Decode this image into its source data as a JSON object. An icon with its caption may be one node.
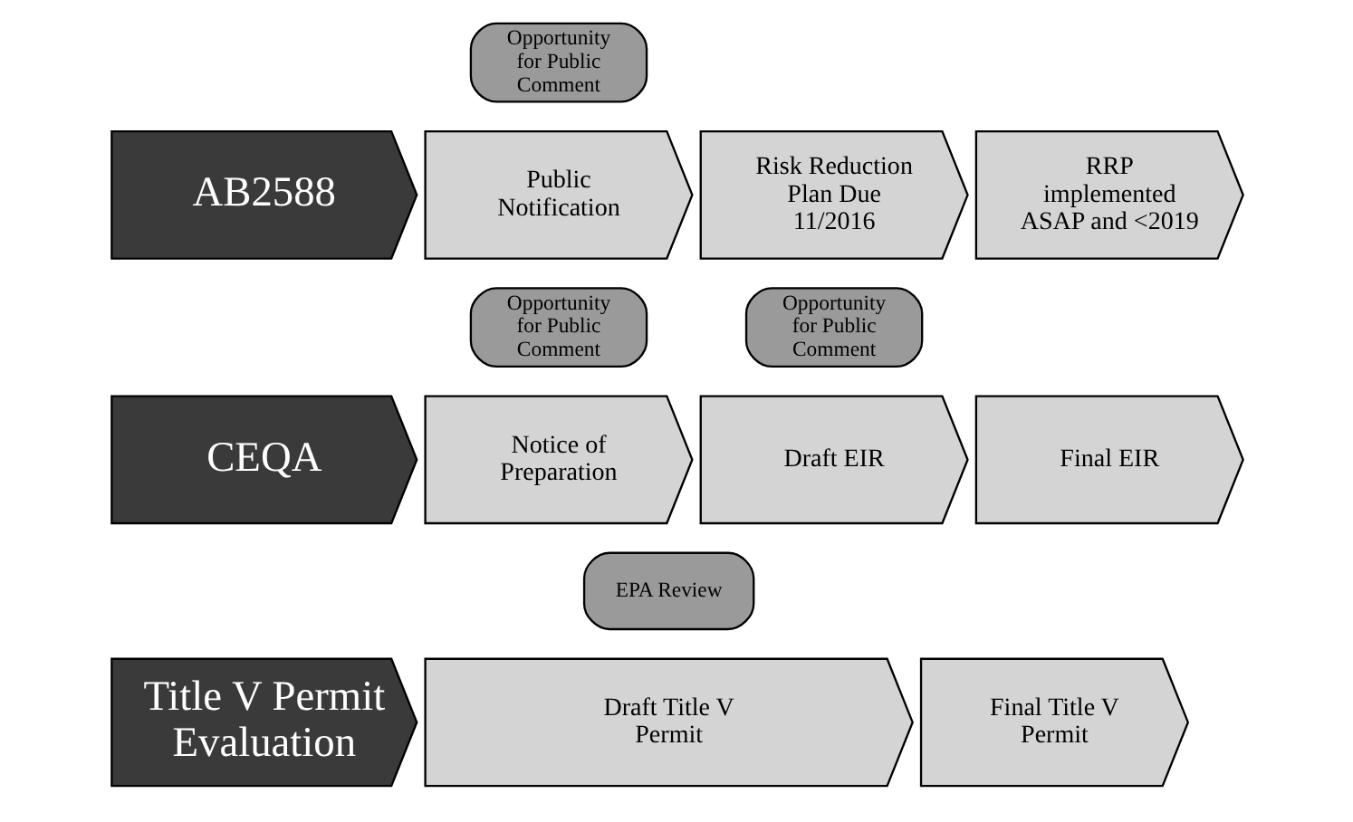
{
  "diagram": {
    "nodes": [
      {
        "text": [
          "AB2588"
        ]
      },
      {
        "text": [
          "Opportunity for Public Comment"
        ]
      },
      {
        "text": [
          "Public Notification"
        ]
      },
      {
        "text": [
          "Risk Reduction Plan Due 11/2016"
        ]
      },
      {
        "text": [
          "RRP implemented ASAP and <2019"
        ]
      },
      {
        "text": [
          "CEQA"
        ]
      },
      {
        "text": [
          "Opportunity for Public Comment"
        ]
      },
      {
        "text": [
          "Opportunity for Public Comment"
        ]
      },
      {
        "text": [
          "Notice of Preparation"
        ]
      },
      {
        "text": [
          "Draft EIR"
        ]
      },
      {
        "text": [
          "Final EIR"
        ]
      },
      {
        "text": [
          "Title V Permit Evaluation"
        ]
      },
      {
        "text": [
          "EPA Review"
        ]
      },
      {
        "text": [
          "Draft Title V Permit"
        ]
      },
      {
        "text": [
          "Final Title V Permit"
        ]
      }
    ]
  }
}
